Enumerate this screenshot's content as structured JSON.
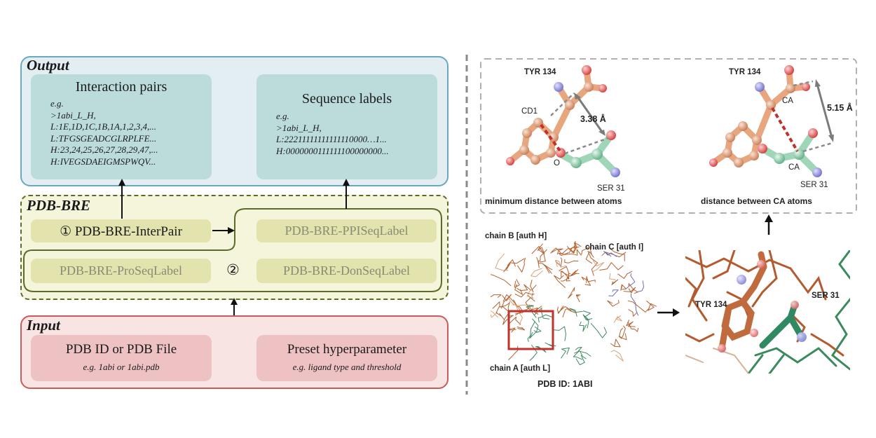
{
  "output": {
    "title": "Output",
    "interaction": {
      "heading": "Interaction pairs",
      "lines": [
        "e.g.",
        ">1abi_L_H,",
        "L:1E,1D,1C,1B,1A,1,2,3,4,...",
        "L:TFGSGEADCGLRPLFE...",
        "H:23,24,25,26,27,28,29,47,...",
        "H:IVEGSDAEIGMSPWQV..."
      ]
    },
    "sequence": {
      "heading": "Sequence labels",
      "lines": [
        "e.g.",
        ">1abi_L_H,",
        "L:22211111111111110000…1...",
        "H:0000000111111100000000..."
      ]
    }
  },
  "pdbbre": {
    "title": "PDB-BRE",
    "interpair": "① PDB-BRE-InterPair",
    "ppiseqlabel": "PDB-BRE-PPISeqLabel",
    "proseqlabel": "PDB-BRE-ProSeqLabel",
    "circle2": "②",
    "donseqlabel": "PDB-BRE-DonSeqLabel"
  },
  "input": {
    "title": "Input",
    "pdb": {
      "heading": "PDB ID or PDB File",
      "example": "e.g. 1abi or 1abi.pdb"
    },
    "preset": {
      "heading": "Preset hyperparameter",
      "example": "e.g. ligand type and threshold"
    }
  },
  "right": {
    "left_struct": {
      "tyr": "TYR 134",
      "cd1": "CD1",
      "distance": "3.38 Å",
      "o": "O",
      "ser": "SER 31",
      "caption": "minimum distance between atoms"
    },
    "right_struct": {
      "tyr": "TYR 134",
      "ca_top": "CA",
      "distance": "5.15 Å",
      "ca_bottom": "CA",
      "ser": "SER 31",
      "caption": "distance between CA atoms"
    },
    "protein": {
      "chain_b": "chain B [auth H]",
      "chain_c": "chain C [auth I]",
      "chain_a": "chain A [auth L]",
      "pdb_id": "PDB ID: 1ABI"
    },
    "zoom": {
      "tyr": "TYR 134",
      "ser": "SER 31"
    }
  },
  "colors": {
    "output_bg": "#e2eef1",
    "output_border": "#6aa9bd",
    "output_inner": "#bcdcdc",
    "bre_bg": "#f5f5dc",
    "bre_border": "#5c6b2a",
    "bre_inner": "#e3e3ad",
    "input_bg": "#f9e4e4",
    "input_border": "#c65c5c",
    "input_inner": "#eec2c2",
    "tyr_atom": "#e8a882",
    "ser_atom": "#9fd6b8",
    "red_dash": "#c0312b",
    "grey_arrow": "#7b7b7b"
  }
}
